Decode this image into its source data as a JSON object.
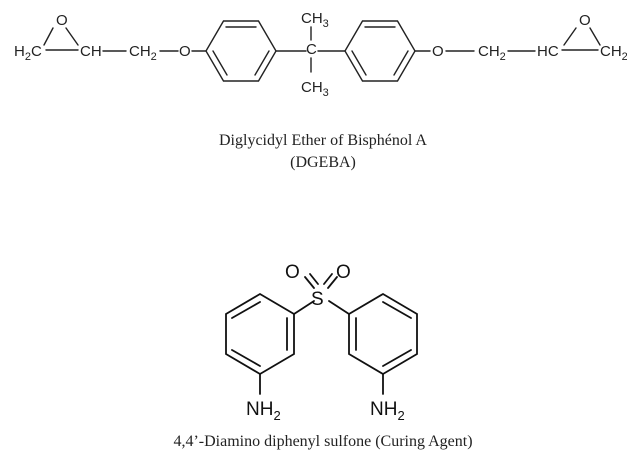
{
  "dgeba": {
    "caption_line1": "Diglycidyl Ether of Bisphénol A",
    "caption_line2": "(DGEBA)",
    "labels": {
      "epoxide_o_left": "O",
      "h2c": "H",
      "h2c_sub": "2",
      "h2c_c": "C",
      "ch": "CH",
      "ch2_left": "CH",
      "ch2_left_sub": "2",
      "o_left": "O",
      "ch3_top": "CH",
      "ch3_top_sub": "3",
      "c_center": "C",
      "ch3_bottom": "CH",
      "ch3_bottom_sub": "3",
      "o_right": "O",
      "ch2_right": "CH",
      "ch2_right_sub": "2",
      "hc": "HC",
      "epoxide_o_right": "O",
      "ch2_end": "CH",
      "ch2_end_sub": "2"
    }
  },
  "dds": {
    "caption": "4,4’-Diamino diphenyl sulfone (Curing Agent)",
    "labels": {
      "sulfur": "S",
      "oxygen_left": "O",
      "oxygen_right": "O",
      "nh2_left": "NH",
      "nh2_left_sub": "2",
      "nh2_right": "NH",
      "nh2_right_sub": "2"
    }
  }
}
